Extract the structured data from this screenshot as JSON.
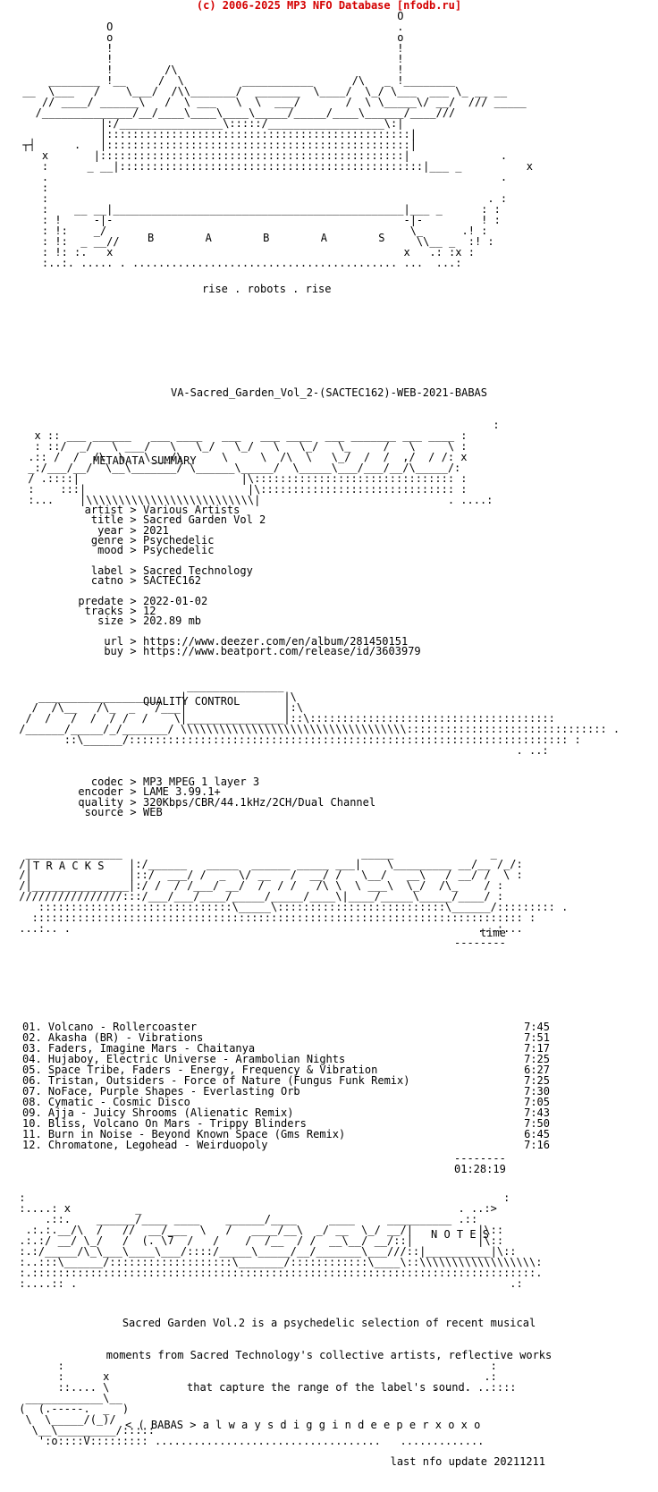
{
  "header": {
    "copyright": "(c) 2006-2025 MP3 NFO Database [nfodb.ru]"
  },
  "logo": {
    "letters": "B      A      B      A      S",
    "tagline": "rise . robots . rise"
  },
  "release": {
    "title": "VA-Sacred_Garden_Vol_2-(SACTEC162)-WEB-2021-BABAS"
  },
  "metadata": {
    "heading": "METADATA SUMMARY",
    "rows": [
      {
        "key": "artist",
        "value": "Various Artists"
      },
      {
        "key": "title",
        "value": "Sacred Garden Vol 2"
      },
      {
        "key": "year",
        "value": "2021"
      },
      {
        "key": "genre",
        "value": "Psychedelic"
      },
      {
        "key": "mood",
        "value": "Psychedelic"
      },
      {
        "key": "label",
        "value": "Sacred Technology"
      },
      {
        "key": "catno",
        "value": "SACTEC162"
      },
      {
        "key": "predate",
        "value": "2022-01-02"
      },
      {
        "key": "tracks",
        "value": "12"
      },
      {
        "key": "size",
        "value": "202.89 mb"
      },
      {
        "key": "url",
        "value": "https://www.deezer.com/en/album/281450151"
      },
      {
        "key": "buy",
        "value": "https://www.beatport.com/release/id/3603979"
      }
    ]
  },
  "quality": {
    "heading": "QUALITY CONTROL",
    "rows": [
      {
        "key": "codec",
        "value": "MP3 MPEG 1 layer 3"
      },
      {
        "key": "encoder",
        "value": "LAME 3.99.1+"
      },
      {
        "key": "quality",
        "value": "320Kbps/CBR/44.1kHz/2CH/Dual Channel"
      },
      {
        "key": "source",
        "value": "WEB"
      }
    ]
  },
  "tracklist": {
    "heading": "T R A C K S",
    "time_header": "time",
    "total": "01:28:19",
    "items": [
      {
        "title": "01. Volcano - Rollercoaster",
        "time": "7:45"
      },
      {
        "title": "02. Akasha (BR) - Vibrations",
        "time": "7:51"
      },
      {
        "title": "03. Faders, Imagine Mars - Chaitanya",
        "time": "7:17"
      },
      {
        "title": "04. Hujaboy, Electric Universe - Arambolian Nights",
        "time": "7:25"
      },
      {
        "title": "05. Space Tribe, Faders - Energy, Frequency & Vibration",
        "time": "6:27"
      },
      {
        "title": "06. Tristan, Outsiders - Force of Nature (Fungus Funk Remix)",
        "time": "7:25"
      },
      {
        "title": "07. NoFace, Purple Shapes - Everlasting Orb",
        "time": "7:30"
      },
      {
        "title": "08. Cymatic - Cosmic Disco",
        "time": "7:05"
      },
      {
        "title": "09. Ajja - Juicy Shrooms (Alienatic Remix)",
        "time": "7:43"
      },
      {
        "title": "10. Bliss, Volcano On Mars - Trippy Blinders",
        "time": "7:50"
      },
      {
        "title": "11. Burn in Noise - Beyond Known Space (Gms Remix)",
        "time": "6:45"
      },
      {
        "title": "12. Chromatone, Legohead - Weirduopoly",
        "time": "7:16"
      }
    ]
  },
  "notes": {
    "heading": "N O T E S",
    "lines": [
      "Sacred Garden Vol.2 is a psychedelic selection of recent musical",
      "moments from Sacred Technology's collective artists, reflective works",
      "that capture the range of the label's sound."
    ]
  },
  "signature": {
    "text": "< ( BABAS > a l w a y s d i g g i n d e e p e r x o x o"
  },
  "footer": {
    "last_update": "last nfo update 20211211"
  }
}
